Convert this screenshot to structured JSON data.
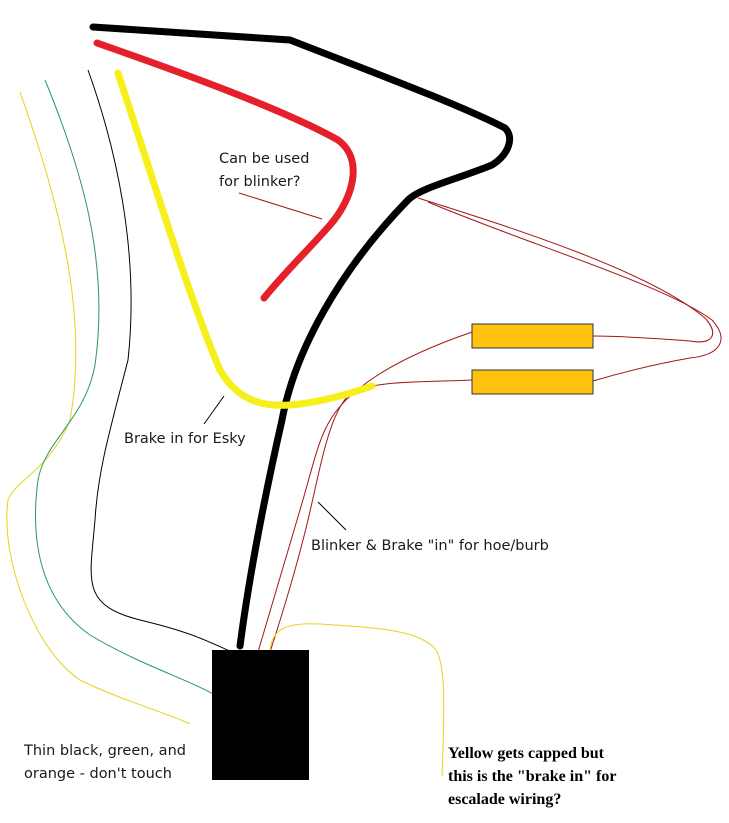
{
  "colors": {
    "thick_black": "#000000",
    "thick_red": "#e5202a",
    "thick_yellow": "#f7ef1a",
    "thin_red": "#a01818",
    "thin_green": "#2a9a5a",
    "thin_yellow": "#e6d21a",
    "thin_black": "#000000",
    "connector": "#000000",
    "led_fill": "#ffc20e",
    "led_stroke": "#333333"
  },
  "labels": {
    "blinker_q": [
      "Can be used",
      "for blinker?"
    ],
    "brake_esky": "Brake in for Esky",
    "blinker_brake_hoe": "Blinker & Brake \"in\" for hoe/burb",
    "thin_wires": [
      "Thin black, green, and",
      "orange - don't touch"
    ],
    "yellow_capped": [
      "Yellow gets capped but",
      "this is the \"brake in\" for",
      "escalade wiring?"
    ]
  }
}
